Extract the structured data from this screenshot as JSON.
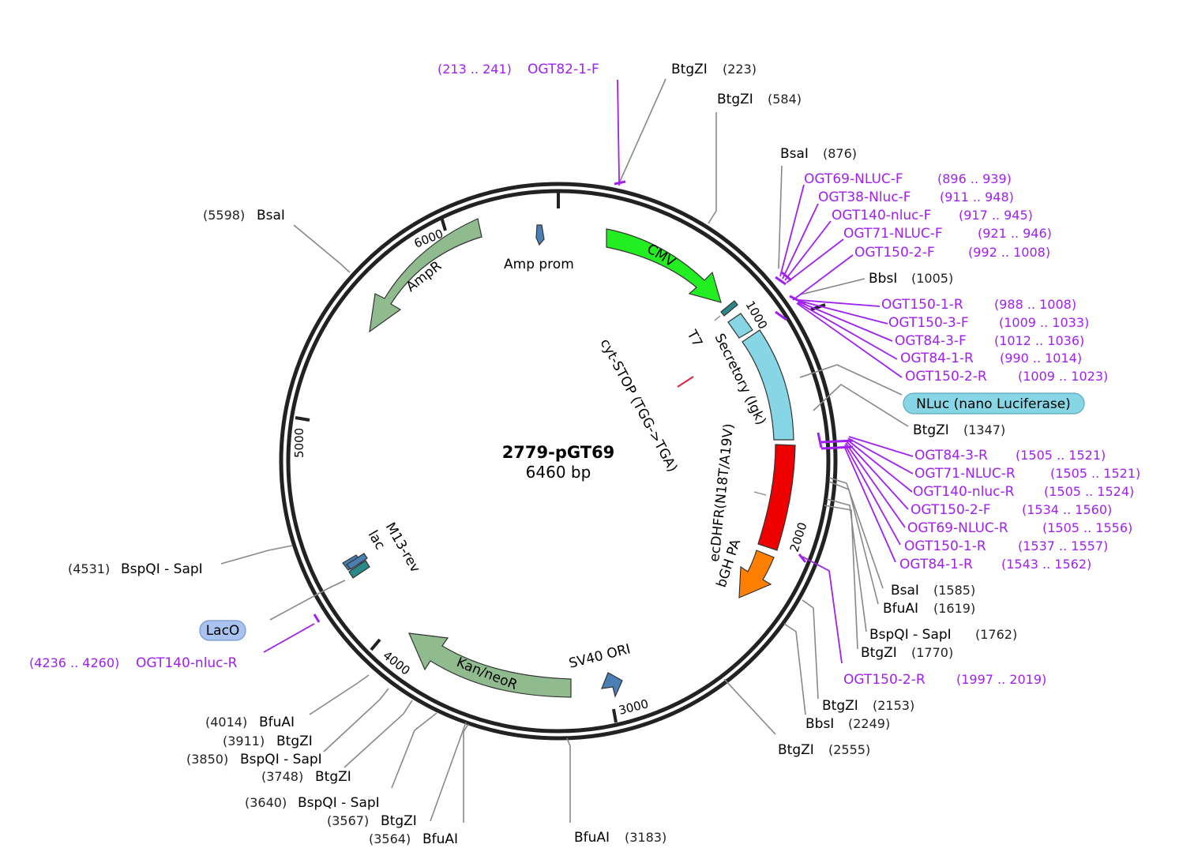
{
  "plasmid": {
    "name": "2779-pGT69",
    "size_label": "6460 bp"
  },
  "ticks": [
    "1000",
    "2000",
    "3000",
    "4000",
    "5000",
    "6000"
  ],
  "features": [
    {
      "label": "CMV",
      "color": "#22ee22"
    },
    {
      "label": "AmpR",
      "color": "#8fbb8f"
    },
    {
      "label": "Amp prom",
      "color": "#4a7fb5"
    },
    {
      "label": "T7",
      "color": "#2a8a8a"
    },
    {
      "label": "Secretory (Igk)",
      "color": "#87d6e6"
    },
    {
      "label": "ecDHFR(N18T/A19V)",
      "color": "#ee0000"
    },
    {
      "label": "bGH PA",
      "color": "#ff8000"
    },
    {
      "label": "SV40 ORI",
      "color": "#4a7fb5"
    },
    {
      "label": "Kan/neoR",
      "color": "#8fbb8f"
    },
    {
      "label": "M13-rev",
      "color": "#4a7fb5"
    },
    {
      "label": "lac",
      "color": "#2a8a8a"
    },
    {
      "label": "cyt-STOP (TGG->TGA)",
      "color": "#dd2244"
    }
  ],
  "sites": [
    {
      "name": "BtgZI",
      "pos": "(223)"
    },
    {
      "name": "BtgZI",
      "pos": "(584)"
    },
    {
      "name": "BsaI",
      "pos": "(876)"
    },
    {
      "name": "BbsI",
      "pos": "(1005)"
    },
    {
      "name": "BtgZI",
      "pos": "(1347)"
    },
    {
      "name": "BsaI",
      "pos": "(1585)"
    },
    {
      "name": "BfuAI",
      "pos": "(1619)"
    },
    {
      "name": "BspQI - SapI",
      "pos": "(1762)"
    },
    {
      "name": "BtgZI",
      "pos": "(1770)"
    },
    {
      "name": "BtgZI",
      "pos": "(2153)"
    },
    {
      "name": "BbsI",
      "pos": "(2249)"
    },
    {
      "name": "BtgZI",
      "pos": "(2555)"
    },
    {
      "name": "BfuAI",
      "pos": "(3183)"
    },
    {
      "name": "BfuAI",
      "pos": "(3564)"
    },
    {
      "name": "BtgZI",
      "pos": "(3567)"
    },
    {
      "name": "BspQI - SapI",
      "pos": "(3640)"
    },
    {
      "name": "BtgZI",
      "pos": "(3748)"
    },
    {
      "name": "BspQI - SapI",
      "pos": "(3850)"
    },
    {
      "name": "BtgZI",
      "pos": "(3911)"
    },
    {
      "name": "BfuAI",
      "pos": "(4014)"
    },
    {
      "name": "BspQI - SapI",
      "pos": "(4531)"
    },
    {
      "name": "BsaI",
      "pos": "(5598)"
    }
  ],
  "primers": [
    {
      "name": "OGT82-1-F",
      "range": "(213 .. 241)"
    },
    {
      "name": "OGT69-NLUC-F",
      "range": "(896 .. 939)"
    },
    {
      "name": "OGT38-Nluc-F",
      "range": "(911 .. 948)"
    },
    {
      "name": "OGT140-nluc-F",
      "range": "(917 .. 945)"
    },
    {
      "name": "OGT71-NLUC-F",
      "range": "(921 .. 946)"
    },
    {
      "name": "OGT150-2-F",
      "range": "(992 .. 1008)"
    },
    {
      "name": "OGT150-1-R",
      "range": "(988 .. 1008)"
    },
    {
      "name": "OGT150-3-F",
      "range": "(1009 .. 1033)"
    },
    {
      "name": "OGT84-3-F",
      "range": "(1012 .. 1036)"
    },
    {
      "name": "OGT84-1-R",
      "range": "(990 .. 1014)"
    },
    {
      "name": "OGT150-2-R",
      "range": "(1009 .. 1023)"
    },
    {
      "name": "OGT84-3-R",
      "range": "(1505 .. 1521)"
    },
    {
      "name": "OGT71-NLUC-R",
      "range": "(1505 .. 1521)"
    },
    {
      "name": "OGT140-nluc-R",
      "range": "(1505 .. 1524)"
    },
    {
      "name": "OGT150-2-F",
      "range": "(1534 .. 1560)"
    },
    {
      "name": "OGT69-NLUC-R",
      "range": "(1505 .. 1556)"
    },
    {
      "name": "OGT150-1-R",
      "range": "(1537 .. 1557)"
    },
    {
      "name": "OGT84-1-R",
      "range": "(1543 .. 1562)"
    },
    {
      "name": "OGT150-2-R",
      "range": "(1997 .. 2019)"
    },
    {
      "name": "OGT140-nluc-R",
      "range": "(4236 .. 4260)"
    }
  ],
  "badges": [
    {
      "label": "NLuc (nano Luciferase)",
      "color": "#87d6e6"
    },
    {
      "label": "LacO",
      "color": "#a9c3f0"
    }
  ]
}
